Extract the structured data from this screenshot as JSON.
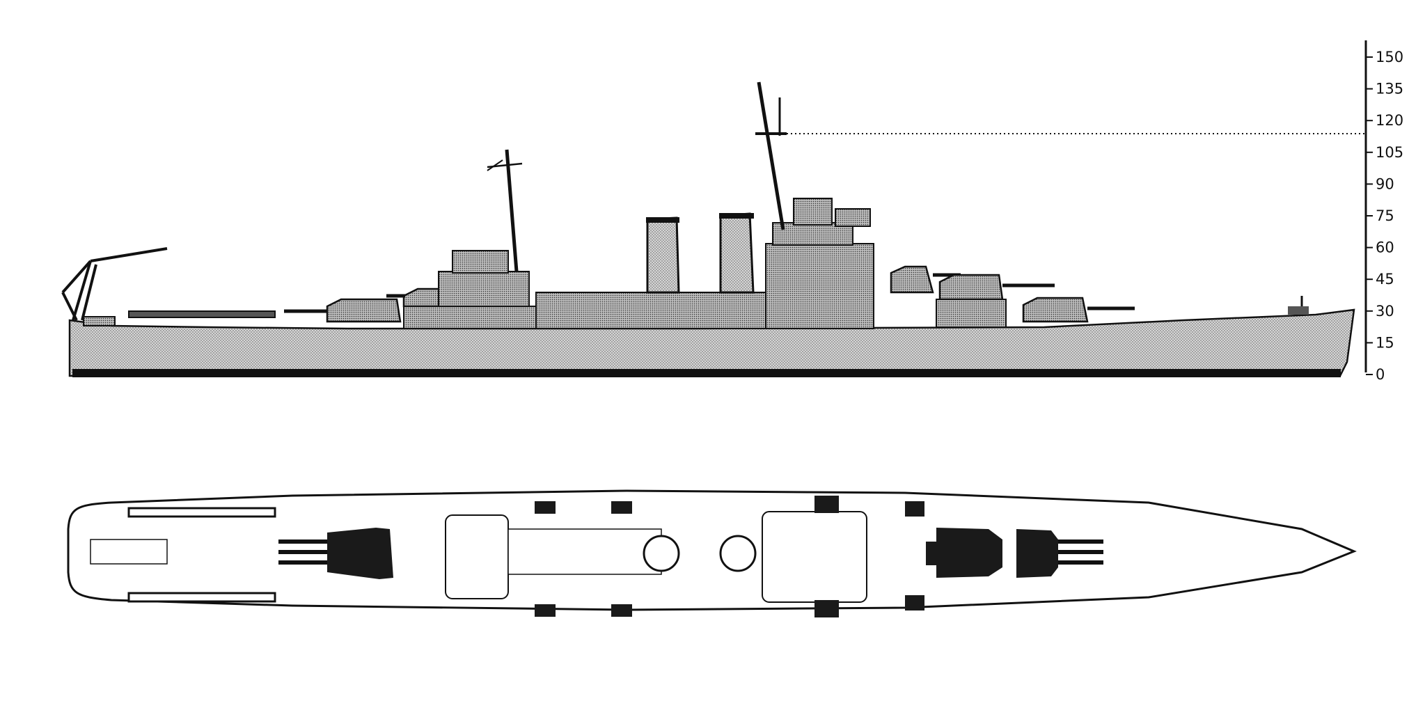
{
  "scale": {
    "ticks": [
      "150",
      "135",
      "120",
      "105",
      "90",
      "75",
      "60",
      "45",
      "30",
      "15",
      "0"
    ]
  },
  "colors": {
    "ink": "#111111",
    "hull_fill": "#cfcfcf",
    "superstructure_fill": "#bdbdbd",
    "turret_fill": "#1a1a1a",
    "deck_fill": "#ffffff"
  }
}
